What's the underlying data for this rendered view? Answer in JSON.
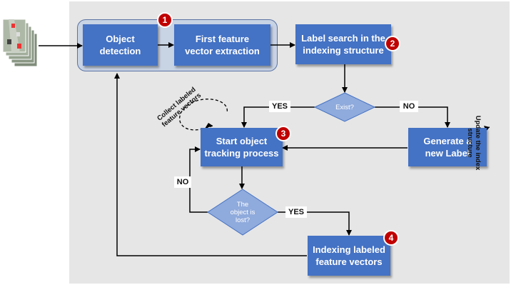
{
  "boxes": {
    "object_detection": "Object\ndetection",
    "first_feature": "First feature\nvector extraction",
    "label_search": "Label search in the\nindexing structure",
    "start_tracking": "Start object\ntracking process",
    "generate_label": "Generate a\nnew Label",
    "indexing_vectors": "Indexing labeled\nfeature vectors"
  },
  "decisions": {
    "exist": "Exist?",
    "lost": "The\nobject is\nlost?"
  },
  "branch_labels": {
    "yes_exist": "YES",
    "no_exist": "NO",
    "no_lost": "NO",
    "yes_lost": "YES"
  },
  "badges": [
    "1",
    "2",
    "3",
    "4"
  ],
  "notes": {
    "collect": "Collect labeled\nfeature vectors",
    "update": "Update the index\nstructure"
  },
  "colors": {
    "box_fill": "#4472c4",
    "decision_fill": "#8faadc",
    "badge_fill": "#c00000",
    "group_fill": "#c8d3e4",
    "panel_fill": "#e6e6e6"
  },
  "icons": {
    "input_frames": "video-frames-icon"
  }
}
